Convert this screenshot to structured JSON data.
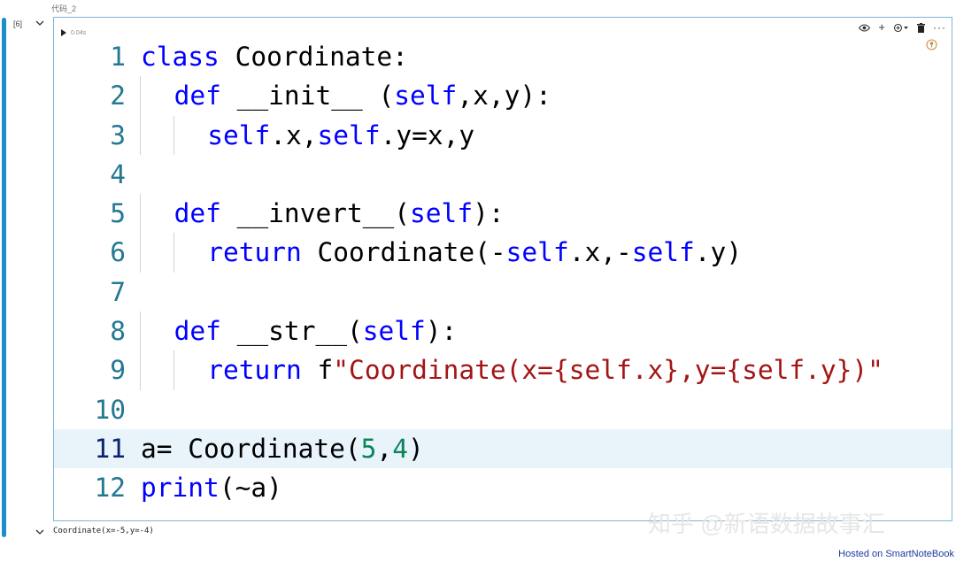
{
  "cell": {
    "title": "代码_2",
    "exec_count": "[6]",
    "run_time": "0.04s"
  },
  "toolbar": {
    "icons": [
      "eye-icon",
      "plus-icon",
      "sync-icon",
      "trash-icon",
      "more-icon"
    ],
    "plus_label": "+",
    "more_label": "···"
  },
  "code": {
    "line_numbers": [
      "1",
      "2",
      "3",
      "4",
      "5",
      "6",
      "7",
      "8",
      "9",
      "10",
      "11",
      "12"
    ],
    "current_line": 11,
    "lines": [
      [
        {
          "t": "kw",
          "v": "class"
        },
        {
          "t": "plain",
          "v": " Coordinate:"
        }
      ],
      [
        {
          "t": "kw",
          "v": "def"
        },
        {
          "t": "plain",
          "v": " __init__ ("
        },
        {
          "t": "sf",
          "v": "self"
        },
        {
          "t": "plain",
          "v": ",x,y):"
        }
      ],
      [
        {
          "t": "sf",
          "v": "self"
        },
        {
          "t": "plain",
          "v": ".x,"
        },
        {
          "t": "sf",
          "v": "self"
        },
        {
          "t": "plain",
          "v": ".y=x,y"
        }
      ],
      [],
      [
        {
          "t": "kw",
          "v": "def"
        },
        {
          "t": "plain",
          "v": " __invert__("
        },
        {
          "t": "sf",
          "v": "self"
        },
        {
          "t": "plain",
          "v": "):"
        }
      ],
      [
        {
          "t": "kw",
          "v": "return"
        },
        {
          "t": "plain",
          "v": " Coordinate(-"
        },
        {
          "t": "sf",
          "v": "self"
        },
        {
          "t": "plain",
          "v": ".x,-"
        },
        {
          "t": "sf",
          "v": "self"
        },
        {
          "t": "plain",
          "v": ".y)"
        }
      ],
      [],
      [
        {
          "t": "kw",
          "v": "def"
        },
        {
          "t": "plain",
          "v": " __str__("
        },
        {
          "t": "sf",
          "v": "self"
        },
        {
          "t": "plain",
          "v": "):"
        }
      ],
      [
        {
          "t": "kw",
          "v": "return"
        },
        {
          "t": "plain",
          "v": " f"
        },
        {
          "t": "str",
          "v": "\"Coordinate(x={self.x},y={self.y})\""
        }
      ],
      [],
      [
        {
          "t": "plain",
          "v": "a= Coordinate("
        },
        {
          "t": "num",
          "v": "5"
        },
        {
          "t": "plain",
          "v": ","
        },
        {
          "t": "num",
          "v": "4"
        },
        {
          "t": "plain",
          "v": ")"
        }
      ],
      [
        {
          "t": "kw",
          "v": "print"
        },
        {
          "t": "plain",
          "v": "(~a)"
        }
      ]
    ]
  },
  "output": {
    "text": "Coordinate(x=-5,y=-4)"
  },
  "watermark": "知乎 @新语数据故事汇",
  "footer": {
    "hosted": "Hosted on SmartNoteBook"
  },
  "colors": {
    "accent": "#1a8fc9",
    "keyword": "#0000ff",
    "string": "#a31515",
    "number": "#098658",
    "line_number": "#237893",
    "current_line_bg": "#e8f3fa"
  }
}
